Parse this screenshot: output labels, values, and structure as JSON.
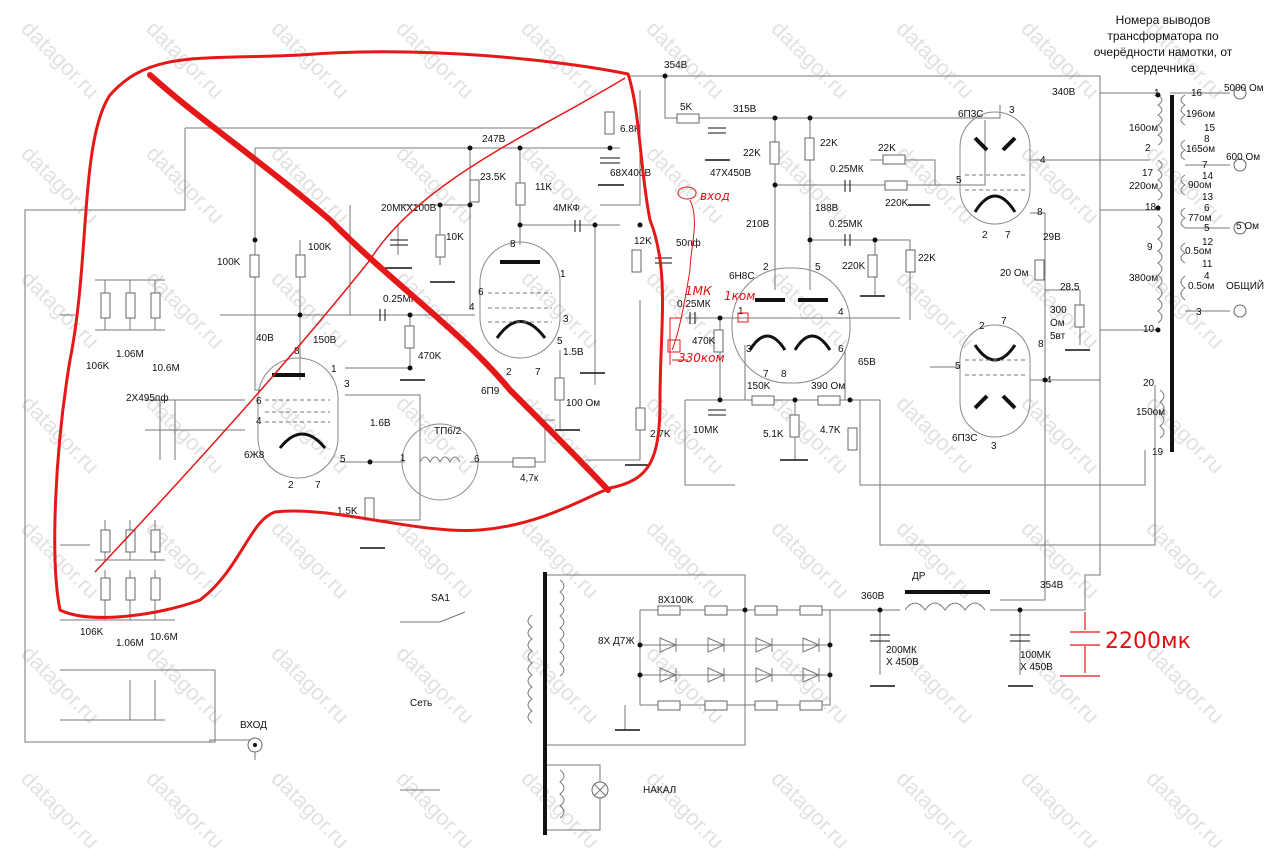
{
  "watermark": "datagor.ru",
  "labels": [
    "Номера выводов",
    "трансформатора по",
    "очерёдности намотки, от",
    "сердечника",
    "354В",
    "5K",
    "315В",
    "6.8K",
    "247В",
    "22K",
    "22K",
    "47X450В",
    "68X400В",
    "0.25МК",
    "22K",
    "220K",
    "340В",
    "6П3С",
    "20МКХ100В",
    "23.5K",
    "11K",
    "10K",
    "4МКФ",
    "12K",
    "50пф",
    "210В",
    "188В",
    "0.25МК",
    "220K",
    "22K",
    "20 Ом",
    "28.5",
    "300",
    "Ом",
    "5вт",
    "29В",
    "6Н8С",
    "0.25МК",
    "470K",
    "65В",
    "150K",
    "390 Ом",
    "5.1K",
    "4.7K",
    "10МК",
    "2.7K",
    "100K",
    "100K",
    "106K",
    "1.06М",
    "10.6М",
    "40В",
    "150В",
    "0.25МК",
    "470K",
    "6П9",
    "1.5В",
    "100 Ом",
    "2X495пф",
    "1.6В",
    "6Ж8",
    "ТП6/2",
    "4,7к",
    "1.5K",
    "106K",
    "1.06М",
    "10.6М",
    "SA1",
    "Сеть",
    "ВХОД",
    "НАКАЛ",
    "8X100K",
    "8X Д7Ж",
    "360В",
    "ДР",
    "354В",
    "200МК",
    "X 450В",
    "100МК",
    "X 450В",
    "6П3С",
    "160ом",
    "220ом",
    "380ом",
    "150ом",
    "196ом",
    "165ом",
    "90ом",
    "77ом",
    "0.5ом",
    "0.5ом",
    "5000 Ом",
    "600 Ом",
    "5 Ом",
    "ОБЩИЙ"
  ],
  "pins": [
    "3",
    "4",
    "5",
    "8",
    "2",
    "7",
    "2",
    "7",
    "8",
    "5",
    "4",
    "3",
    "2",
    "5",
    "4",
    "1",
    "3",
    "7",
    "8",
    "6",
    "8",
    "1",
    "6",
    "4",
    "3",
    "5",
    "2",
    "7",
    "8",
    "1",
    "3",
    "6",
    "4",
    "5",
    "2",
    "7",
    "1",
    "6",
    "1",
    "2",
    "17",
    "18",
    "9",
    "10",
    "20",
    "19",
    "16",
    "15",
    "8",
    "7",
    "14",
    "13",
    "6",
    "5",
    "12",
    "11",
    "4",
    "3"
  ],
  "annotations": [
    "вход",
    "1МК",
    "1ком",
    "330ком",
    "2200мк"
  ]
}
